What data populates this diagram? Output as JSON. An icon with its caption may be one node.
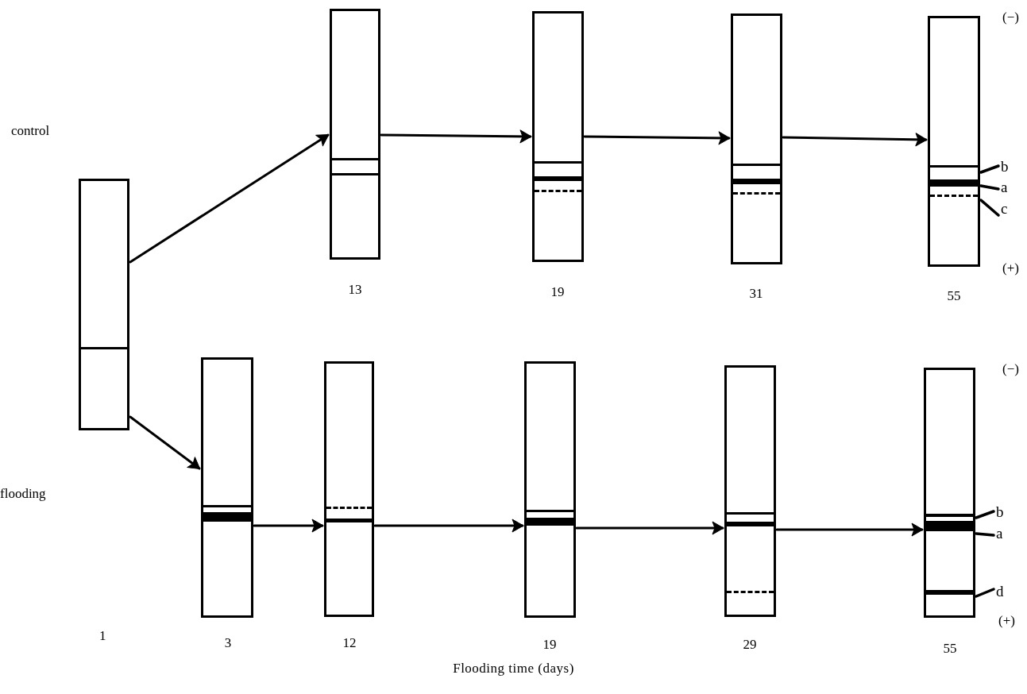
{
  "diagram": {
    "caption": "Flooding time (days)",
    "nodes": [
      {
        "text": [],
        "shape": "box"
      },
      {
        "text": [],
        "shape": "box",
        "beside": [
          "13"
        ]
      },
      {
        "text": [],
        "shape": "box",
        "beside": [
          "19"
        ]
      },
      {
        "text": [],
        "shape": "box",
        "beside": [
          "31"
        ]
      },
      {
        "text": [],
        "shape": "box",
        "beside": [
          "55"
        ]
      },
      {
        "text": [],
        "shape": "box",
        "beside": [
          "3"
        ]
      },
      {
        "text": [],
        "shape": "box",
        "beside": [
          "12"
        ]
      },
      {
        "text": [],
        "shape": "box",
        "beside": [
          "19"
        ]
      },
      {
        "text": [],
        "shape": "box",
        "beside": [
          "29"
        ]
      },
      {
        "text": [],
        "shape": "box",
        "beside": [
          "55"
        ]
      },
      {
        "text": [
          "b"
        ]
      },
      {
        "text": [
          "a"
        ]
      },
      {
        "text": [
          "c"
        ]
      },
      {
        "text": [
          "b"
        ]
      },
      {
        "text": [
          "a"
        ]
      },
      {
        "text": [
          "d"
        ]
      }
    ],
    "edges": [
      {
        "from": 0,
        "to": 1,
        "arrow": "to"
      },
      {
        "from": 1,
        "to": 2,
        "arrow": "to"
      },
      {
        "from": 2,
        "to": 3,
        "arrow": "to"
      },
      {
        "from": 3,
        "to": 4,
        "arrow": "to"
      },
      {
        "from": 0,
        "to": 5,
        "arrow": "to"
      },
      {
        "from": 5,
        "to": 6,
        "arrow": "to"
      },
      {
        "from": 6,
        "to": 7,
        "arrow": "to"
      },
      {
        "from": 7,
        "to": 8,
        "arrow": "to"
      },
      {
        "from": 8,
        "to": 9,
        "arrow": "to"
      },
      {
        "from": 10,
        "to": 4,
        "arrow": "none"
      },
      {
        "from": 11,
        "to": 4,
        "arrow": "none"
      },
      {
        "from": 12,
        "to": 4,
        "arrow": "none"
      },
      {
        "from": 13,
        "to": 9,
        "arrow": "none"
      },
      {
        "from": 14,
        "to": 9,
        "arrow": "none"
      },
      {
        "from": 15,
        "to": 9,
        "arrow": "none"
      }
    ],
    "labels": [
      "control",
      "flooding",
      "(−)",
      "(+)",
      "(−)",
      "(+)",
      "1"
    ]
  }
}
